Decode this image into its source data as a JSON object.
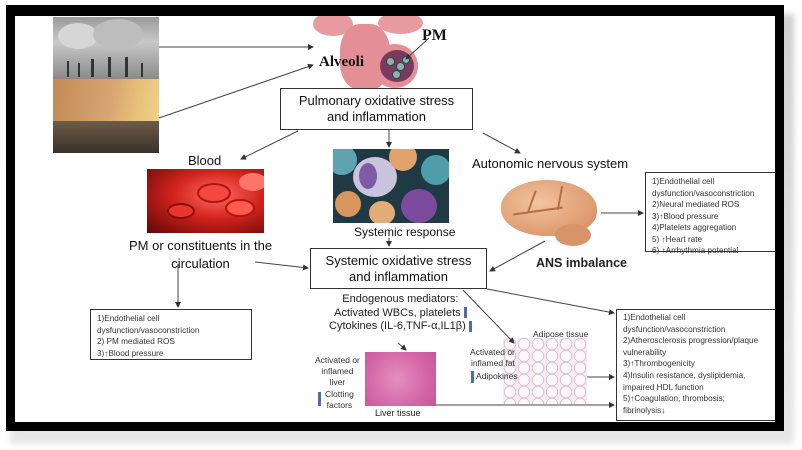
{
  "diagram": {
    "title_labels": {
      "pm": "PM",
      "alveoli": "Alveoli"
    },
    "pulmonary_box": [
      "Pulmonary oxidative stress",
      "and inflammation"
    ],
    "blood_label": "Blood",
    "circulation_label": [
      "PM or constituents in the",
      "circulation"
    ],
    "systemic_response_label": "Systemic response",
    "ans_label": "Autonomic nervous system",
    "ans_imbalance_label": "ANS imbalance",
    "systemic_box": [
      "Systemic oxidative stress",
      "and inflammation"
    ],
    "ans_effects": [
      "1)Endothelial cell",
      "dysfunction/vasoconstriction",
      "2)Neural mediated ROS",
      "3)↑Blood pressure",
      "4)Platelets aggregation",
      "5) ↑Heart rate",
      "6) ↑Arrhythmia  potential"
    ],
    "circulation_effects": [
      "1)Endothelial cell",
      "dysfunction/vasoconstriction",
      "2) PM mediated ROS",
      "3)↑Blood pressure"
    ],
    "mediators": {
      "title": "Endogenous mediators:",
      "line1": "Activated WBCs, platelets",
      "line2": "Cytokines (IL-6,TNF-α,IL1β)"
    },
    "liver": {
      "label": [
        "Activated or",
        "inflamed",
        "liver"
      ],
      "factor": [
        "Clotting",
        "factors"
      ],
      "caption": "Liver tissue"
    },
    "fat": {
      "label": [
        "Activated or",
        "inflamed fat"
      ],
      "factor": "Adipokines",
      "caption": "Adipose tissue"
    },
    "systemic_effects": [
      "1)Endothelial cell",
      "dysfunction/vasoconstriction",
      "2)Atherosclerosis progression/plaque",
      "vulnerability",
      "3)↑Thrombogenicity",
      "4)Insulin resistance, dyslipidemia,",
      "impaired HDL function",
      "5)↑Coagulation, thrombosis;",
      "fibrinolysis↓"
    ],
    "images": {
      "pollution": "smokestacks-and-dust-storm-photo",
      "alveoli": "alveoli-illustration",
      "blood": "red-blood-cells-photo",
      "immune": "immune-cells-micrograph",
      "brain": "brain-illustration",
      "liver": "liver-tissue-histology",
      "adipose": "adipose-tissue-histology"
    },
    "colors": {
      "accent_bar": "#4a6fa5",
      "frame": "#000000"
    }
  }
}
